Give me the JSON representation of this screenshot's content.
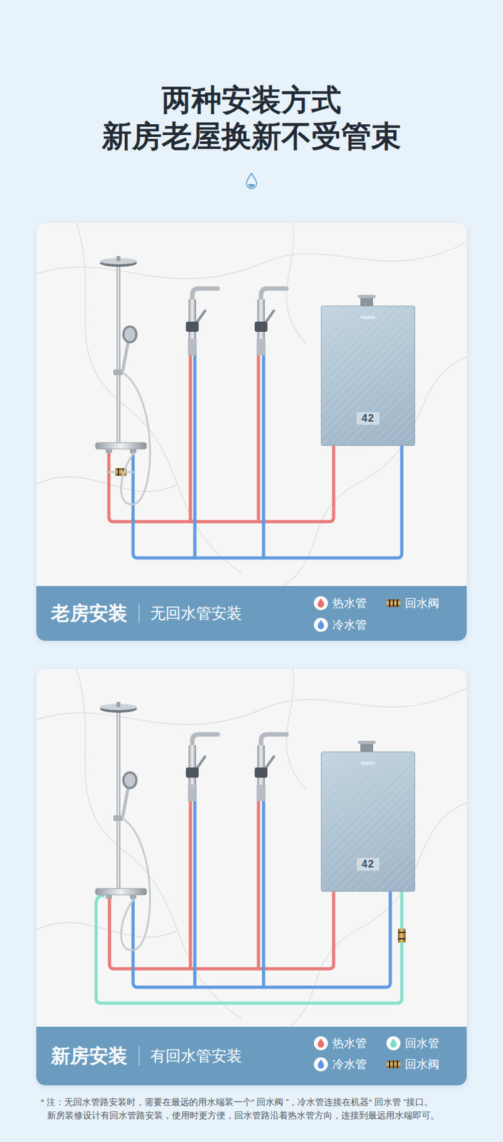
{
  "diagram": {
    "title": "两种安装方式 新房老屋换新不受管束",
    "nodes": [
      {
        "text": [
          "Haier",
          "42"
        ]
      },
      {
        "text": [
          "老房安装",
          "无回水管安装"
        ]
      },
      {
        "text": [
          "Haier",
          "42"
        ]
      },
      {
        "text": [
          "新房安装",
          "有回水管安装"
        ]
      }
    ],
    "labels": [
      "* 注：无回水管路安装时，需要在最远的用水端装一个“ 回水阀 ”，冷水管连接在机器“ 回水管 ”接口。",
      "新房装修设计有回水管路安装，使用时更方便，回水管路沿着热水管方向，连接到最远用水端即可。"
    ],
    "legend": [
      {
        "text": "热水管",
        "color": "#e8706e"
      },
      {
        "text": "回水阀"
      },
      {
        "text": "冷水管",
        "color": "#5b97e2"
      },
      {
        "text": "热水管",
        "color": "#e8706e"
      },
      {
        "text": "回水管",
        "color": "#78dcc3"
      },
      {
        "text": "冷水管",
        "color": "#5b97e2"
      },
      {
        "text": "回水阀"
      }
    ]
  }
}
